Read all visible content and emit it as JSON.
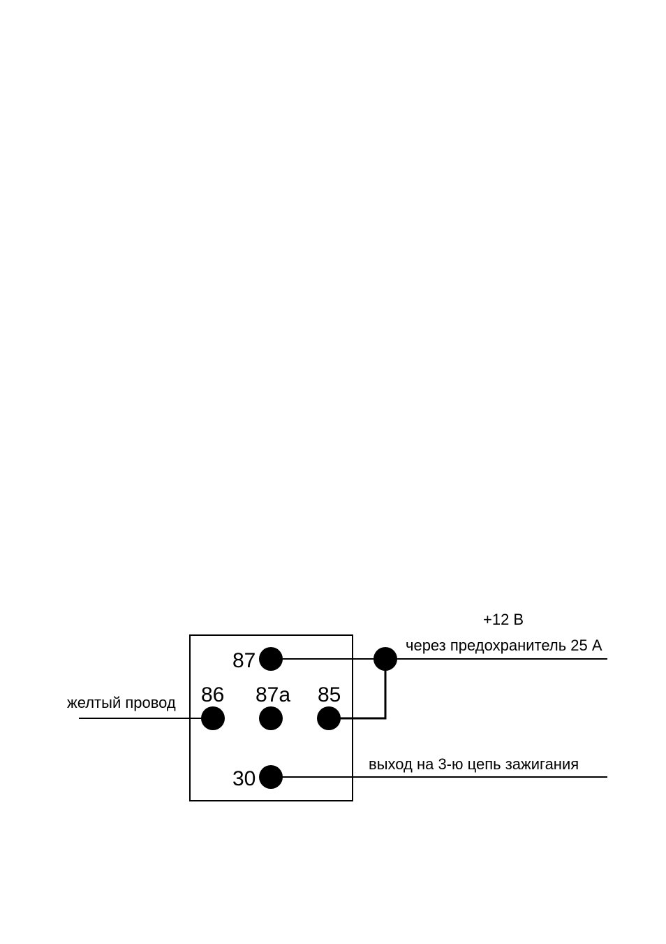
{
  "relay": {
    "pins": {
      "p87": "87",
      "p86": "86",
      "p87a": "87a",
      "p85": "85",
      "p30": "30"
    }
  },
  "labels": {
    "plus12v": "+12 В",
    "fuse": "через предохранитель 25 А",
    "yellow_wire": "желтый провод",
    "ignition_output": "выход на 3-ю цепь зажигания"
  },
  "colors": {
    "ink": "#000000",
    "background": "#ffffff"
  }
}
